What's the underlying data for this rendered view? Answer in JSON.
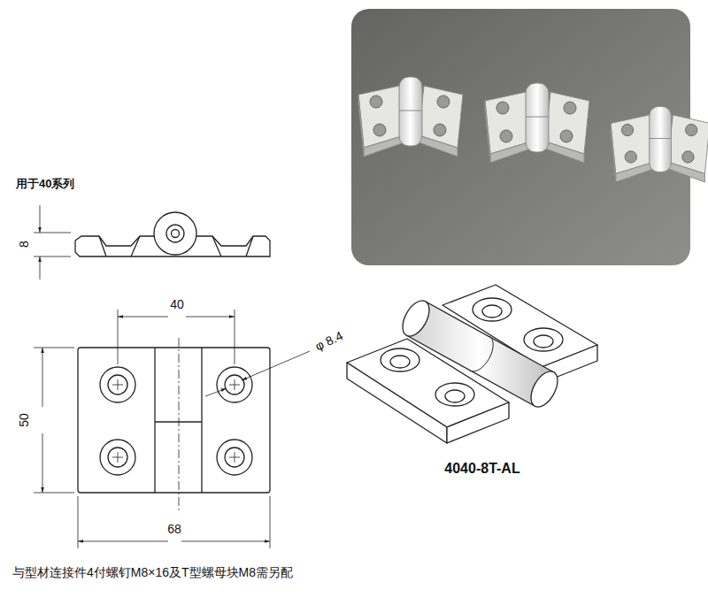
{
  "diagram": {
    "caption": "与型材连接件4付螺钉M8×16及T型螺母块M8需另配",
    "labels": [
      "用于40系列",
      "8",
      "40",
      "φ 8.4",
      "50",
      "68",
      "4040-8T-AL"
    ]
  }
}
